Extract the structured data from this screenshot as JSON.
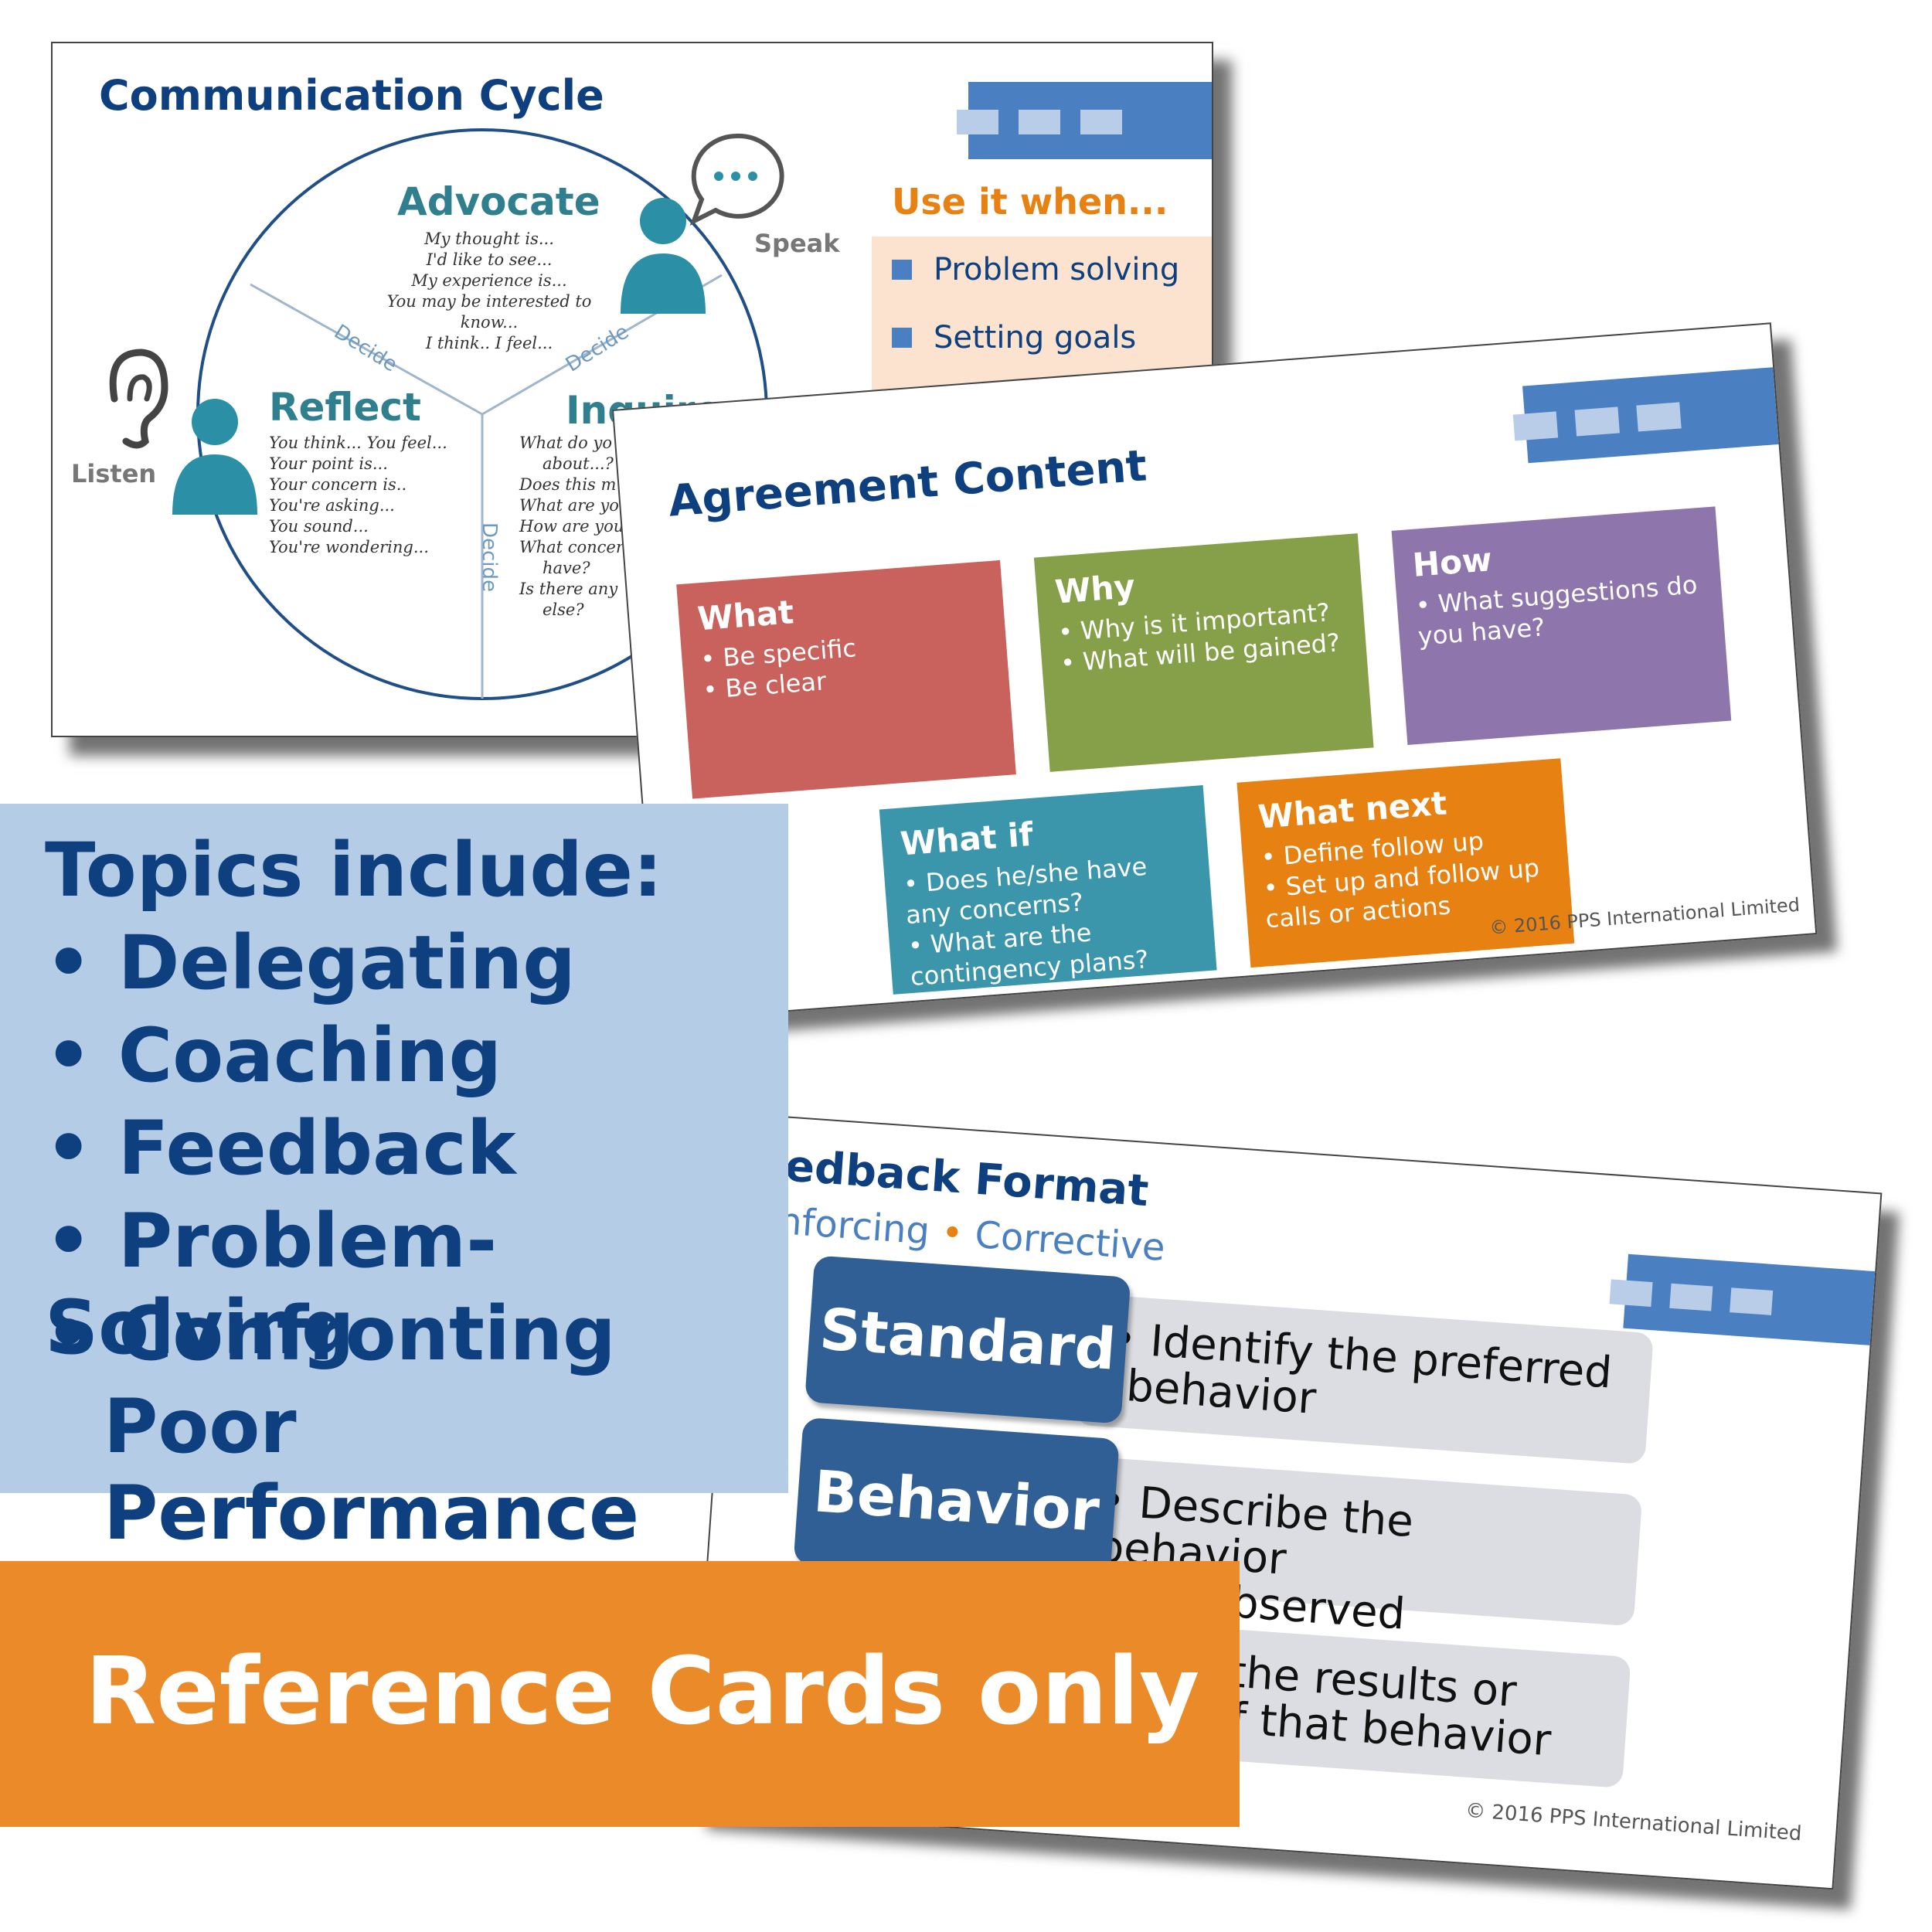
{
  "card1": {
    "title": "Communication Cycle",
    "advocate": {
      "heading": "Advocate",
      "lines": [
        "My thought is...",
        "I'd like to see...",
        "My experience is...",
        "You may be interested to",
        "know...",
        "I think.. I feel..."
      ]
    },
    "reflect": {
      "heading": "Reflect",
      "lines": [
        "You think... You feel...",
        "Your point is...",
        "Your concern is..",
        "You're asking...",
        "You sound...",
        "You're wondering..."
      ]
    },
    "inquire": {
      "heading": "Inquire",
      "lines": [
        "What do yo",
        "about...?",
        "Does this m",
        "What are yo",
        "How are you",
        "What concer",
        "have?",
        "Is there any",
        "else?"
      ]
    },
    "decide": "Decide",
    "speak_label": "Speak",
    "listen_label": "Listen",
    "use_heading": "Use it when...",
    "use_items": [
      "Problem solving",
      "Setting goals"
    ]
  },
  "card2": {
    "title": "Agreement Content",
    "boxes": [
      {
        "heading": "What",
        "items": [
          "Be specific",
          "Be clear"
        ],
        "color": "#c9625c"
      },
      {
        "heading": "Why",
        "items": [
          "Why is it important?",
          "What will be gained?"
        ],
        "color": "#86a04a"
      },
      {
        "heading": "How",
        "items": [
          "What suggestions do you have?"
        ],
        "color": "#8e76ad"
      },
      {
        "heading": "What if",
        "items": [
          "Does he/she have any concerns?",
          "What are the contingency plans?"
        ],
        "color": "#3b96ab"
      },
      {
        "heading": "What next",
        "items": [
          "Define follow up",
          "Set up and follow up calls or actions"
        ],
        "color": "#e68112"
      }
    ],
    "copyright": "© 2016 PPS International Limited"
  },
  "card3": {
    "title": "Feedback Format",
    "subtitle_a": "Reinforcing",
    "subtitle_sep": "•",
    "subtitle_b": "Corrective",
    "rows": [
      {
        "label": "Standard",
        "text_a": "• Identify the preferred",
        "text_b": "behavior"
      },
      {
        "label": "Behavior",
        "text_a": "• Describe the behavior",
        "text_b": "you observed"
      },
      {
        "label": "",
        "text_a": "port the results or",
        "text_b": "act of that behavior"
      }
    ],
    "copyright": "© 2016 PPS International Limited"
  },
  "topics": {
    "heading": "Topics include:",
    "items": [
      "• Delegating",
      "• Coaching",
      "• Feedback",
      "• Problem-Solving",
      "• Confronting",
      "Poor Performance"
    ]
  },
  "banner": {
    "text": "Reference Cards only"
  },
  "colors": {
    "navy": "#0e3f7e",
    "topics_bg": "#b5cce6",
    "banner_bg": "#ea8a28",
    "deco_blue": "#4a7fc1"
  }
}
